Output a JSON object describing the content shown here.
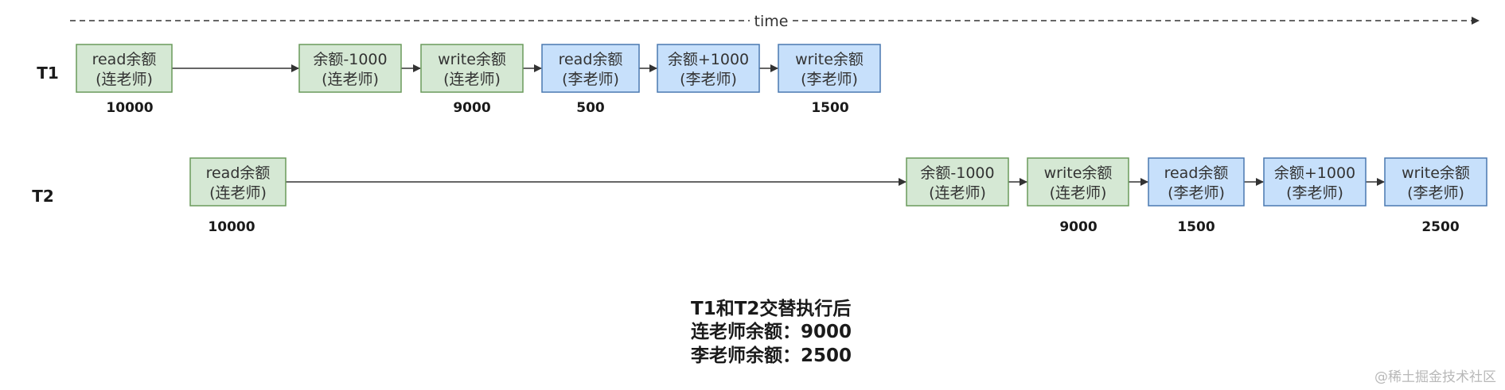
{
  "time_label": "time",
  "rows": [
    {
      "label": "T1",
      "steps": [
        {
          "line1": "read余额",
          "line2": "(连老师)",
          "kind": "lian",
          "value": "10000"
        },
        {
          "line1": "余额-1000",
          "line2": "(连老师)",
          "kind": "lian",
          "value": ""
        },
        {
          "line1": "write余额",
          "line2": "(连老师)",
          "kind": "lian",
          "value": "9000"
        },
        {
          "line1": "read余额",
          "line2": "(李老师)",
          "kind": "li",
          "value": "500"
        },
        {
          "line1": "余额+1000",
          "line2": "(李老师)",
          "kind": "li",
          "value": ""
        },
        {
          "line1": "write余额",
          "line2": "(李老师)",
          "kind": "li",
          "value": "1500"
        }
      ]
    },
    {
      "label": "T2",
      "steps": [
        {
          "line1": "read余额",
          "line2": "(连老师)",
          "kind": "lian",
          "value": "10000"
        },
        {
          "line1": "余额-1000",
          "line2": "(连老师)",
          "kind": "lian",
          "value": ""
        },
        {
          "line1": "write余额",
          "line2": "(连老师)",
          "kind": "lian",
          "value": "9000"
        },
        {
          "line1": "read余额",
          "line2": "(李老师)",
          "kind": "li",
          "value": "1500"
        },
        {
          "line1": "余额+1000",
          "line2": "(李老师)",
          "kind": "li",
          "value": ""
        },
        {
          "line1": "write余额",
          "line2": "(李老师)",
          "kind": "li",
          "value": "2500"
        }
      ]
    }
  ],
  "summary": {
    "line1": "T1和T2交替执行后",
    "line2": "连老师余额：9000",
    "line3": "李老师余额：2500"
  },
  "watermark": "@稀土掘金技术社区",
  "colors": {
    "lian_fill": "#d5e8d4",
    "lian_stroke": "#6a9a5b",
    "li_fill": "#c7e0fb",
    "li_stroke": "#4a79b0",
    "line": "#333333"
  }
}
